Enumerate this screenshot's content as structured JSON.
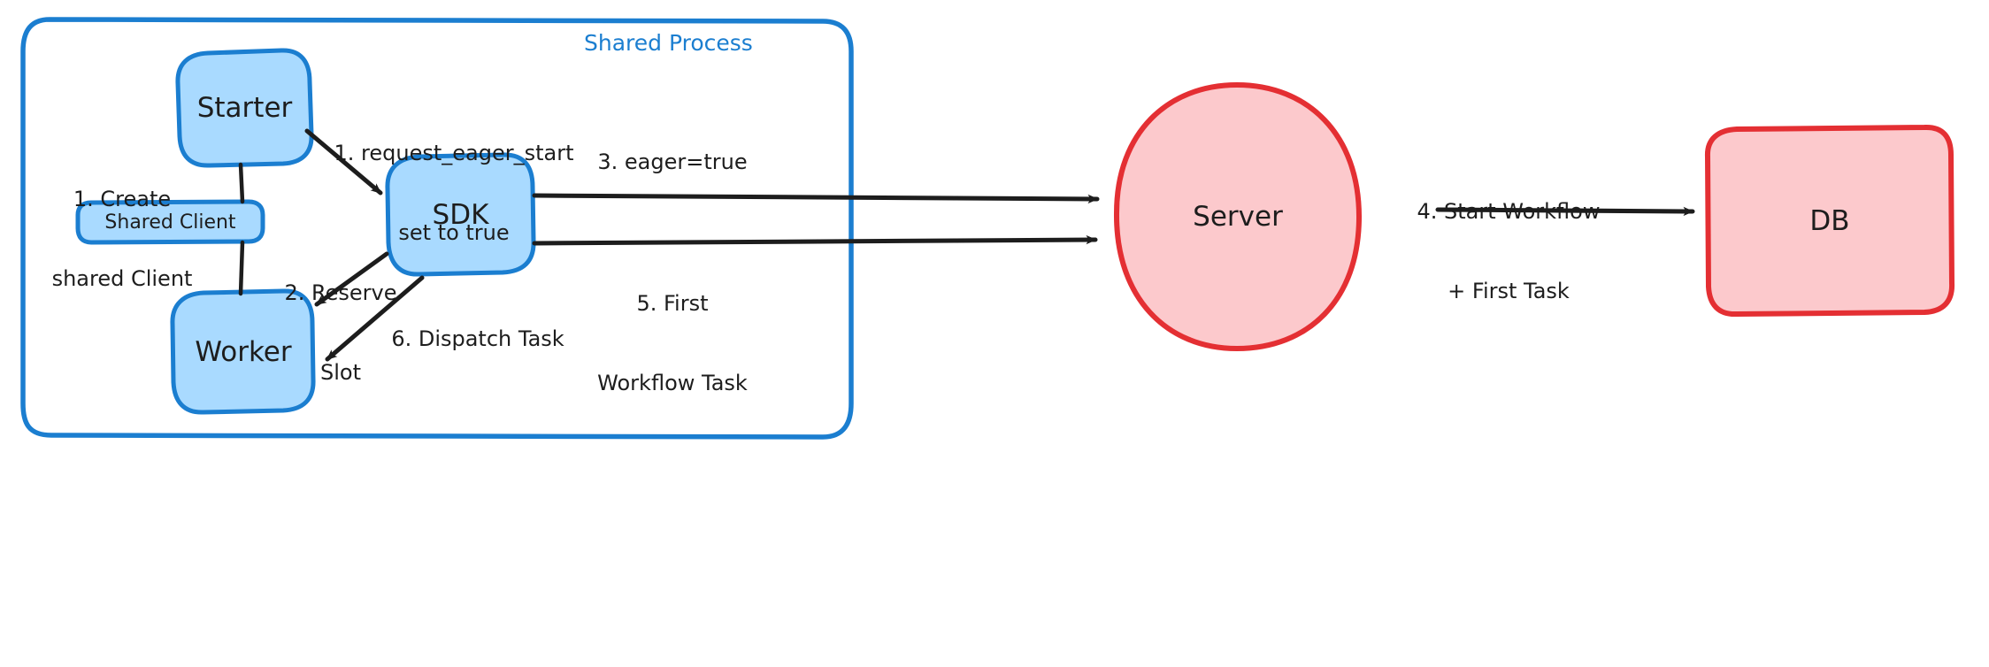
{
  "diagram": {
    "title_visible": false,
    "palette": {
      "blue_fill": "#a9daff",
      "blue_stroke": "#1b7ed0",
      "red_fill": "#fcc9cc",
      "red_stroke": "#e42f33",
      "arrow_color": "#1d1d1d",
      "text_color": "#1d1d1d",
      "group_label_color": "#1b7ed0",
      "background": "#ffffff"
    },
    "group": {
      "name": "shared-process",
      "label": "Shared Process"
    },
    "nodes": [
      {
        "id": "starter",
        "label": "Starter",
        "shape": "rounded-rect",
        "color": "blue"
      },
      {
        "id": "shared-client",
        "label": "Shared Client",
        "shape": "rounded-rect",
        "color": "blue"
      },
      {
        "id": "worker",
        "label": "Worker",
        "shape": "rounded-rect",
        "color": "blue"
      },
      {
        "id": "sdk",
        "label": "SDK",
        "shape": "rounded-rect",
        "color": "blue"
      },
      {
        "id": "server",
        "label": "Server",
        "shape": "ellipse",
        "color": "red"
      },
      {
        "id": "db",
        "label": "DB",
        "shape": "rounded-rect",
        "color": "red"
      }
    ],
    "edges": [
      {
        "id": "e1",
        "from": "starter",
        "to": "shared-client",
        "label": "1. Create\nshared Client",
        "arrow": false
      },
      {
        "id": "e2",
        "from": "shared-client",
        "to": "worker",
        "label": "",
        "arrow": false
      },
      {
        "id": "e3",
        "from": "starter",
        "to": "sdk",
        "label": "1. request_eager_start\nset to true",
        "arrow": true
      },
      {
        "id": "e4",
        "from": "sdk",
        "to": "worker",
        "label": "2. Reserve\nSlot",
        "arrow": true
      },
      {
        "id": "e5",
        "from": "sdk",
        "to": "server",
        "label": "3. eager=true",
        "arrow": true
      },
      {
        "id": "e6",
        "from": "server",
        "to": "db",
        "label": "4. Start Workflow\n+ First Task",
        "arrow": true
      },
      {
        "id": "e7",
        "from": "sdk",
        "to": "server",
        "label": "5. First\nWorkflow Task",
        "arrow": true
      },
      {
        "id": "e8",
        "from": "sdk",
        "to": "worker",
        "label": "6. Dispatch Task",
        "arrow": true
      }
    ],
    "labels": {
      "group_shared_process": "Shared Process",
      "node_starter": "Starter",
      "node_shared_client": "Shared Client",
      "node_worker": "Worker",
      "node_sdk": "SDK",
      "node_server": "Server",
      "node_db": "DB",
      "edge_create_shared_client_l1": "1. Create",
      "edge_create_shared_client_l2": "shared Client",
      "edge_request_eager_start_l1": "1. request_eager_start",
      "edge_request_eager_start_l2": "set to true",
      "edge_reserve_slot_l1": "2. Reserve",
      "edge_reserve_slot_l2": "Slot",
      "edge_eager_true": "3. eager=true",
      "edge_start_workflow_l1": "4. Start Workflow",
      "edge_start_workflow_l2": "+ First Task",
      "edge_first_workflow_task_l1": "5. First",
      "edge_first_workflow_task_l2": "Workflow Task",
      "edge_dispatch_task": "6. Dispatch Task"
    }
  }
}
